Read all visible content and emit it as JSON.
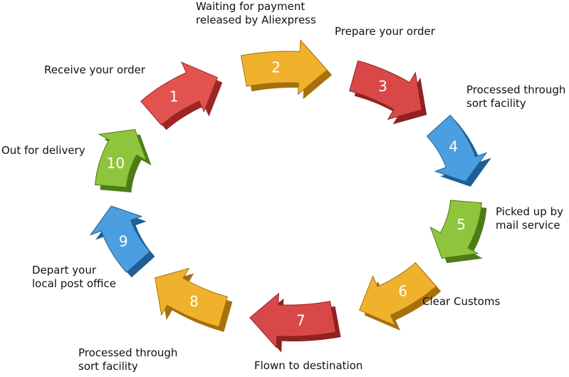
{
  "steps": [
    {
      "number": "1",
      "lines": [
        "Receive your order"
      ],
      "color": "#e2534f",
      "shade": "#9b2724",
      "icon": "curved-arrow-icon"
    },
    {
      "number": "2",
      "lines": [
        "Waiting for payment",
        "released by Aliexpress"
      ],
      "color": "#f0b12d",
      "shade": "#a7700c",
      "icon": "curved-arrow-icon"
    },
    {
      "number": "3",
      "lines": [
        "Prepare your order"
      ],
      "color": "#d94848",
      "shade": "#8f2222",
      "icon": "curved-arrow-icon"
    },
    {
      "number": "4",
      "lines": [
        "Processed through",
        "sort facility"
      ],
      "color": "#4b9fe0",
      "shade": "#1f5f96",
      "icon": "curved-arrow-icon"
    },
    {
      "number": "5",
      "lines": [
        "Picked up by",
        "mail service"
      ],
      "color": "#8fc43d",
      "shade": "#4f7b17",
      "icon": "curved-arrow-icon"
    },
    {
      "number": "6",
      "lines": [
        "Clear Customs"
      ],
      "color": "#f0b12d",
      "shade": "#a7700c",
      "icon": "curved-arrow-icon"
    },
    {
      "number": "7",
      "lines": [
        "Flown to destination"
      ],
      "color": "#d94848",
      "shade": "#8f2222",
      "icon": "curved-arrow-icon"
    },
    {
      "number": "8",
      "lines": [
        "Processed through",
        "sort facility"
      ],
      "color": "#f0b12d",
      "shade": "#a7700c",
      "icon": "curved-arrow-icon"
    },
    {
      "number": "9",
      "lines": [
        "Depart your",
        "local post office"
      ],
      "color": "#4b9fe0",
      "shade": "#1f5f96",
      "icon": "curved-arrow-icon"
    },
    {
      "number": "10",
      "lines": [
        "Out for delivery"
      ],
      "color": "#8fc43d",
      "shade": "#4f7b17",
      "icon": "curved-arrow-icon"
    }
  ]
}
